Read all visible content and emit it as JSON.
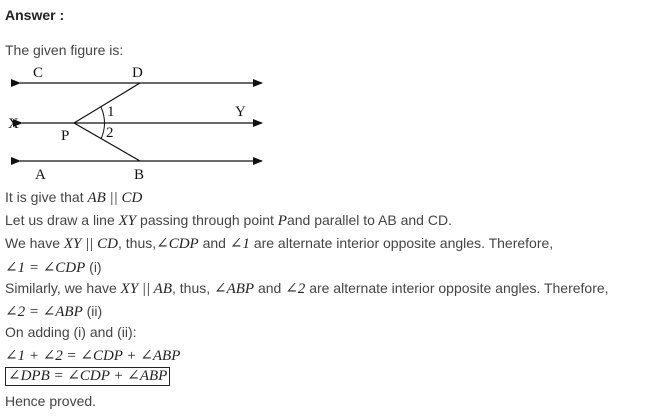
{
  "heading": "Answer :",
  "intro": "The given figure is:",
  "figure": {
    "label_c": "C",
    "label_d": "D",
    "label_x": "X",
    "label_y": "Y",
    "label_p": "P",
    "label_a": "A",
    "label_b": "B",
    "angle_1": "1",
    "angle_2": "2"
  },
  "line1": {
    "text": "It is give that",
    "math": "AB || CD"
  },
  "line2": {
    "before": "Let us draw a line",
    "math_xy": "XY",
    "middle": "passing through point",
    "math_p": "P",
    "after": "and parallel to AB and CD."
  },
  "line3": {
    "we_have": "We have",
    "math1": "XY || CD",
    "thus": ", thus,",
    "math2": "∠CDP",
    "and": "and",
    "math3": "∠1",
    "rest": "are alternate interior opposite angles. Therefore,"
  },
  "line4": {
    "math": "∠1 = ∠CDP",
    "tag": "(i)"
  },
  "line5": {
    "similarly": "Similarly, we have",
    "math1": "XY || AB",
    "thus": ", thus,",
    "math2": "∠ABP",
    "and": "and",
    "math3": "∠2",
    "rest": "are alternate interior opposite angles. Therefore,"
  },
  "line6": {
    "math": "∠2 = ∠ABP",
    "tag": "(ii)"
  },
  "line7": "On adding (i) and (ii):",
  "line8": {
    "math": "∠1 + ∠2 = ∠CDP + ∠ABP"
  },
  "line9": {
    "math": "∠DPB = ∠CDP + ∠ABP"
  },
  "conclusion": "Hence proved."
}
